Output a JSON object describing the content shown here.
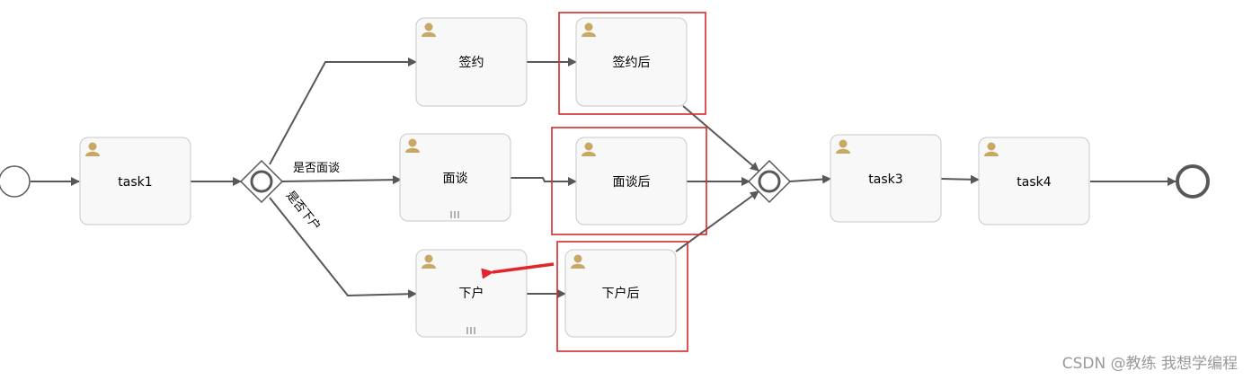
{
  "tasks": {
    "task1": "task1",
    "qianyue": "签约",
    "qianyue_after": "签约后",
    "miantan": "面谈",
    "miantan_after": "面谈后",
    "xiahu": "下户",
    "xiahu_after": "下户后",
    "task3": "task3",
    "task4": "task4"
  },
  "edges": {
    "to_miantan": "是否面谈",
    "to_xiahu": "是否下户"
  },
  "colors": {
    "task_fill": "#f8f8f8",
    "task_stroke": "#c8c8c8",
    "flow": "#585858",
    "highlight_box": "#d42a2a",
    "annotation_arrow": "#e3242b",
    "user_icon": "#c9a765"
  },
  "watermark": "CSDN @教练 我想学编程"
}
